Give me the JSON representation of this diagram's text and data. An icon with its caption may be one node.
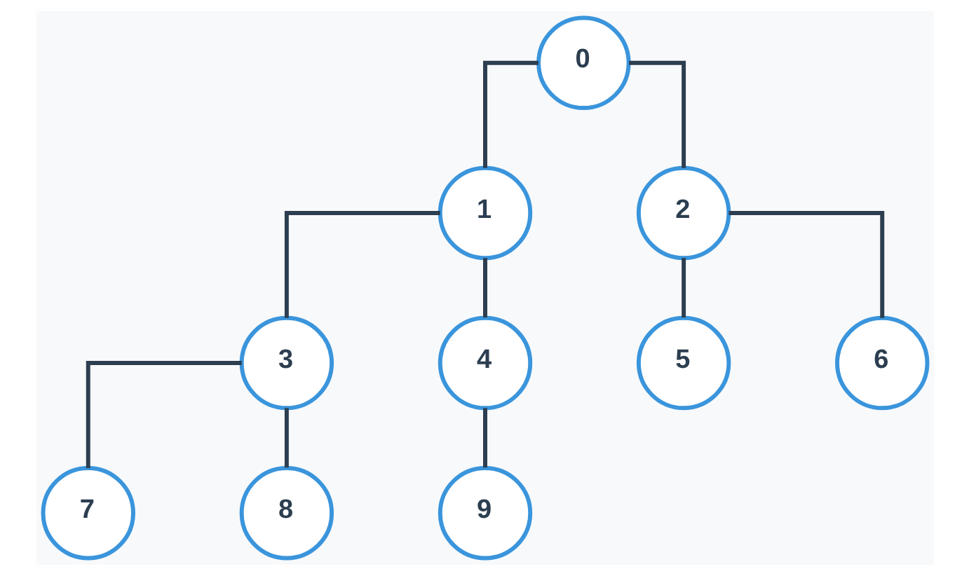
{
  "diagram": {
    "nodes": [
      {
        "text": [
          "0"
        ]
      },
      {
        "text": [
          "1"
        ]
      },
      {
        "text": [
          "2"
        ]
      },
      {
        "text": [
          "3"
        ]
      },
      {
        "text": [
          "4"
        ]
      },
      {
        "text": [
          "5"
        ]
      },
      {
        "text": [
          "6"
        ]
      },
      {
        "text": [
          "7"
        ]
      },
      {
        "text": [
          "8"
        ]
      },
      {
        "text": [
          "9"
        ]
      }
    ],
    "edges": [
      {
        "from": 0,
        "to": 1,
        "arrow": "none"
      },
      {
        "from": 0,
        "to": 2,
        "arrow": "none"
      },
      {
        "from": 1,
        "to": 3,
        "arrow": "none"
      },
      {
        "from": 1,
        "to": 4,
        "arrow": "none"
      },
      {
        "from": 2,
        "to": 5,
        "arrow": "none"
      },
      {
        "from": 2,
        "to": 6,
        "arrow": "none"
      },
      {
        "from": 3,
        "to": 7,
        "arrow": "none"
      },
      {
        "from": 3,
        "to": 8,
        "arrow": "none"
      },
      {
        "from": 4,
        "to": 9,
        "arrow": "none"
      }
    ]
  }
}
